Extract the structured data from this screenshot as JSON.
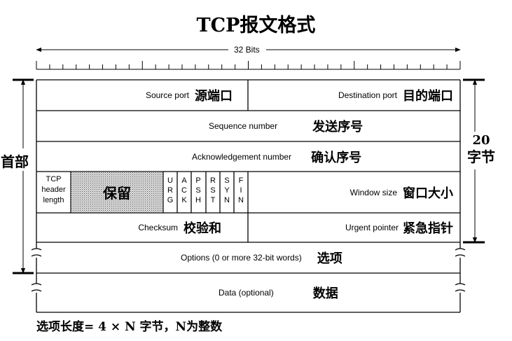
{
  "title": "TCP报文格式",
  "bits_label": "32 Bits",
  "fields": {
    "source_port": {
      "en": "Source port",
      "cn": "源端口"
    },
    "destination_port": {
      "en": "Destination port",
      "cn": "目的端口"
    },
    "sequence_number": {
      "en": "Sequence number",
      "cn": "发送序号"
    },
    "ack_number": {
      "en": "Acknowledgement number",
      "cn": "确认序号"
    },
    "header_length": {
      "line1": "TCP",
      "line2": "header",
      "line3": "length"
    },
    "reserved": {
      "cn": "保留"
    },
    "flags": [
      {
        "letters": [
          "U",
          "R",
          "G"
        ]
      },
      {
        "letters": [
          "A",
          "C",
          "K"
        ]
      },
      {
        "letters": [
          "P",
          "S",
          "H"
        ]
      },
      {
        "letters": [
          "R",
          "S",
          "T"
        ]
      },
      {
        "letters": [
          "S",
          "Y",
          "N"
        ]
      },
      {
        "letters": [
          "F",
          "I",
          "N"
        ]
      }
    ],
    "window_size": {
      "en": "Window size",
      "cn": "窗口大小"
    },
    "checksum": {
      "en": "Checksum",
      "cn": "校验和"
    },
    "urgent_pointer": {
      "en": "Urgent pointer",
      "cn": "紧急指针"
    },
    "options": {
      "en": "Options (0 or more 32-bit words)",
      "cn": "选项"
    },
    "data": {
      "en": "Data (optional)",
      "cn": "数据"
    }
  },
  "left_label": "首部",
  "right_label": {
    "number": "20",
    "unit": "字节"
  },
  "footnote": "选项长度= 4 × N 字节，N为整数",
  "colors": {
    "line": "#000000",
    "reserved_fill": "#bdbdbd"
  }
}
